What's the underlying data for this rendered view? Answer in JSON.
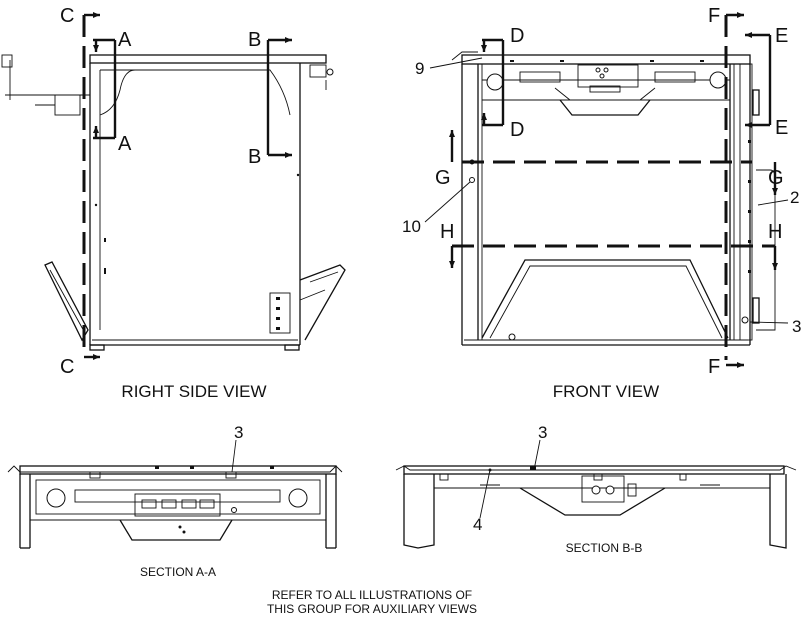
{
  "views": {
    "right_side": "RIGHT SIDE VIEW",
    "front": "FRONT VIEW",
    "section_a": "SECTION A-A",
    "section_b": "SECTION B-B"
  },
  "section_letters": {
    "a": "A",
    "b": "B",
    "c": "C",
    "d": "D",
    "e": "E",
    "f": "F",
    "g": "G",
    "h": "H"
  },
  "callouts": {
    "n9": "9",
    "n10": "10",
    "n2": "2",
    "n3": "3",
    "n4": "4"
  },
  "note": {
    "line1": "REFER TO ALL ILLUSTRATIONS OF",
    "line2": "THIS GROUP FOR AUXILIARY VIEWS"
  }
}
